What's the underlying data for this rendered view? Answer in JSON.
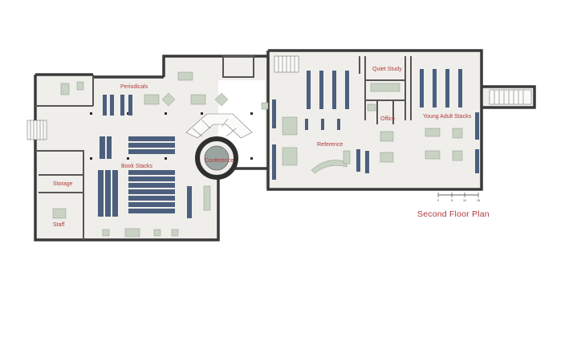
{
  "plan_title": "Second Floor Plan",
  "rooms": {
    "periodicals": "Periodicals",
    "book_stacks": "Book Stacks",
    "conference": "Conference",
    "storage": "Storage",
    "staff": "Staff",
    "reference": "Reference",
    "quiet_study": "Quiet Study",
    "office": "Office",
    "young_adult_stacks": "Young Adult Stacks"
  },
  "scale_bar": {
    "ticks": [
      "0",
      "5",
      "10",
      "15"
    ]
  },
  "colors": {
    "wall": "#3a3a3a",
    "floor": "#efeeea",
    "stack": "#4d5f7e",
    "furniture": "#c9d3c4",
    "label": "#b23a3a"
  }
}
